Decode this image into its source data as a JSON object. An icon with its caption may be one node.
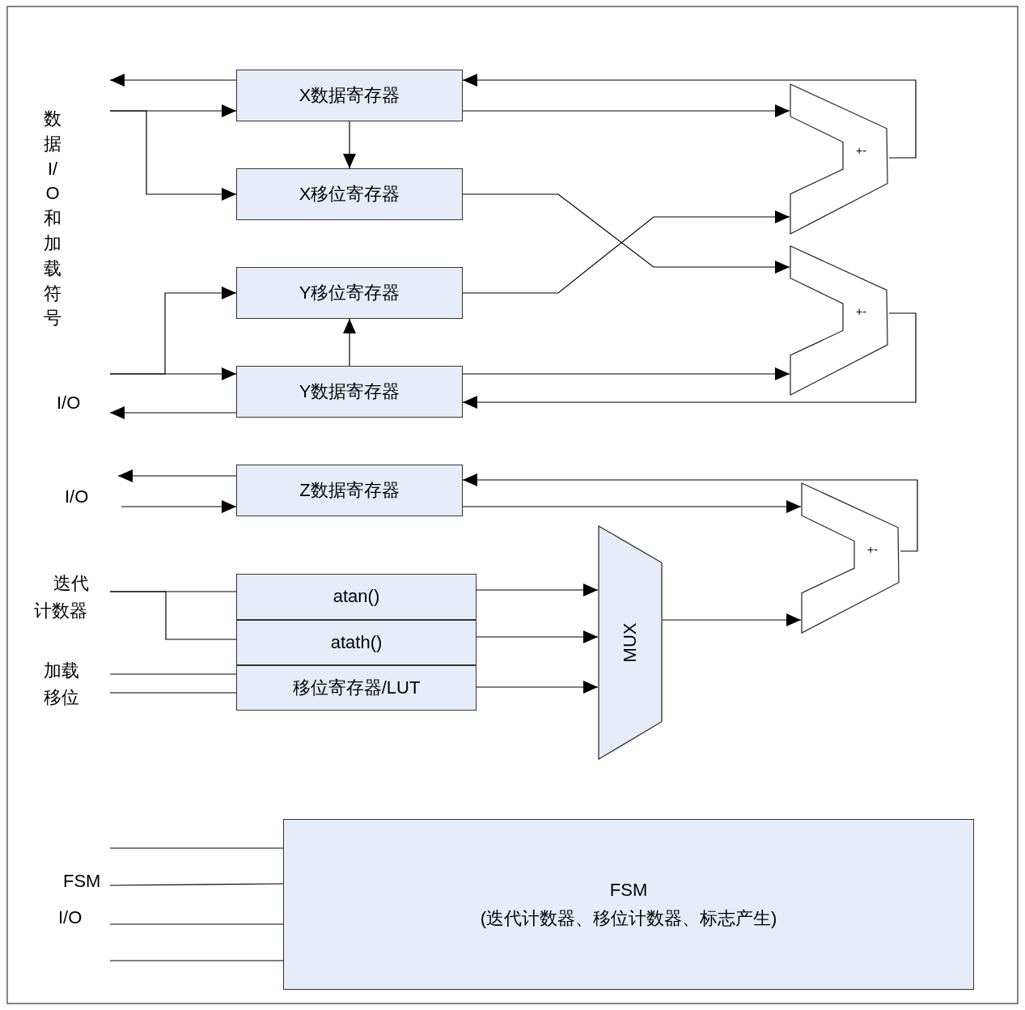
{
  "diagram": {
    "nodes": [
      {
        "text": [
          "X数据寄存器"
        ]
      },
      {
        "text": [
          "X移位寄存器"
        ]
      },
      {
        "text": [
          "Y移位寄存器"
        ]
      },
      {
        "text": [
          "Y数据寄存器"
        ]
      },
      {
        "text": [
          "Z数据寄存器"
        ]
      },
      {
        "text": [
          "atan()"
        ]
      },
      {
        "text": [
          "atath()"
        ]
      },
      {
        "text": [
          "移位寄存器/LUT"
        ]
      },
      {
        "text": [
          "MUX"
        ]
      },
      {
        "text": [
          "+-"
        ]
      },
      {
        "text": [
          "+-"
        ]
      },
      {
        "text": [
          "+-"
        ]
      },
      {
        "text": [
          "FSM",
          "(迭代计数器、移位计数器、标志产生)"
        ]
      }
    ],
    "edges": [
      {
        "from": 0,
        "to": null,
        "arrow": "to"
      },
      {
        "from": null,
        "to": 0,
        "arrow": "to"
      },
      {
        "from": null,
        "to": 1,
        "arrow": "to"
      },
      {
        "from": 0,
        "to": 1,
        "arrow": "to"
      },
      {
        "from": 0,
        "to": 9,
        "arrow": "to"
      },
      {
        "from": 9,
        "to": 0,
        "arrow": "to"
      },
      {
        "from": 1,
        "to": 10,
        "arrow": "to"
      },
      {
        "from": 2,
        "to": 9,
        "arrow": "to"
      },
      {
        "from": null,
        "to": 2,
        "arrow": "to"
      },
      {
        "from": null,
        "to": 3,
        "arrow": "to"
      },
      {
        "from": 3,
        "to": 2,
        "arrow": "to"
      },
      {
        "from": 3,
        "to": 10,
        "arrow": "to"
      },
      {
        "from": 10,
        "to": 3,
        "arrow": "to"
      },
      {
        "from": 3,
        "to": null,
        "arrow": "to"
      },
      {
        "from": 4,
        "to": null,
        "arrow": "to"
      },
      {
        "from": null,
        "to": 4,
        "arrow": "to"
      },
      {
        "from": 4,
        "to": 11,
        "arrow": "to"
      },
      {
        "from": 11,
        "to": 4,
        "arrow": "to"
      },
      {
        "from": null,
        "to": 5,
        "arrow": "none"
      },
      {
        "from": null,
        "to": 6,
        "arrow": "none"
      },
      {
        "from": null,
        "to": 7,
        "arrow": "none"
      },
      {
        "from": null,
        "to": 7,
        "arrow": "none"
      },
      {
        "from": 5,
        "to": 8,
        "arrow": "to"
      },
      {
        "from": 6,
        "to": 8,
        "arrow": "to"
      },
      {
        "from": 7,
        "to": 8,
        "arrow": "to"
      },
      {
        "from": 8,
        "to": 11,
        "arrow": "to"
      },
      {
        "from": null,
        "to": 12,
        "arrow": "none"
      },
      {
        "from": null,
        "to": 12,
        "arrow": "none"
      },
      {
        "from": null,
        "to": 12,
        "arrow": "none"
      },
      {
        "from": null,
        "to": 12,
        "arrow": "none"
      }
    ],
    "labels": [
      "数据I/O和加载符号",
      "I/O",
      "I/O",
      "迭代",
      "计数器",
      "加载",
      "移位",
      "FSM",
      "I/O"
    ]
  }
}
